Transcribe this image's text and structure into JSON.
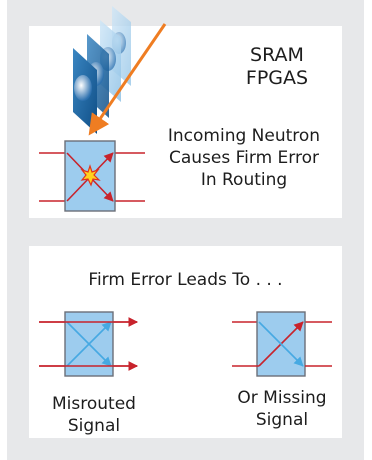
{
  "top_panel": {
    "title_line1": "SRAM",
    "title_line2": "FPGAS",
    "caption_line1": "Incoming Neutron",
    "caption_line2": "Causes Firm Error",
    "caption_line3": "In Routing"
  },
  "bottom_panel": {
    "heading": "Firm Error Leads To . . .",
    "left_caption_line1": "Misrouted",
    "left_caption_line2": "Signal",
    "right_caption_line1": "Or Missing",
    "right_caption_line2": "Signal"
  },
  "colors": {
    "background": "#e7e8ea",
    "panel": "#ffffff",
    "box_fill": "#9dccee",
    "box_stroke": "#6b6f78",
    "signal_red": "#c8232c",
    "route_blue": "#46a9e2",
    "neutron_orange": "#ef7d22",
    "text": "#1d1d1d"
  }
}
